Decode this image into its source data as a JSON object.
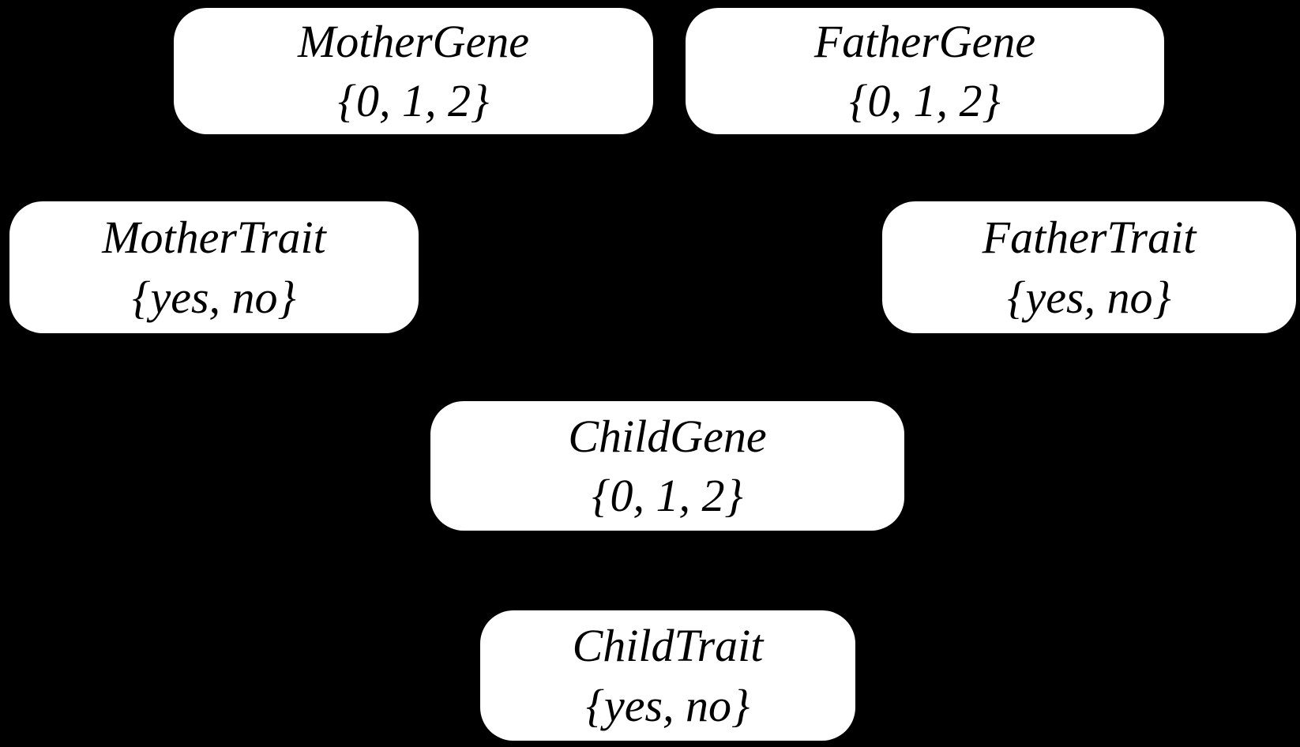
{
  "diagram": {
    "type": "bayesian-network",
    "background_color": "#000000",
    "node_fill_color": "#ffffff",
    "node_text_color": "#000000",
    "nodes": [
      {
        "id": "mother-gene",
        "name": "MotherGene",
        "domain": "{0, 1, 2}"
      },
      {
        "id": "father-gene",
        "name": "FatherGene",
        "domain": "{0, 1, 2}"
      },
      {
        "id": "mother-trait",
        "name": "MotherTrait",
        "domain": "{yes, no}"
      },
      {
        "id": "father-trait",
        "name": "FatherTrait",
        "domain": "{yes, no}"
      },
      {
        "id": "child-gene",
        "name": "ChildGene",
        "domain": "{0, 1, 2}"
      },
      {
        "id": "child-trait",
        "name": "ChildTrait",
        "domain": "{yes, no}"
      }
    ]
  }
}
